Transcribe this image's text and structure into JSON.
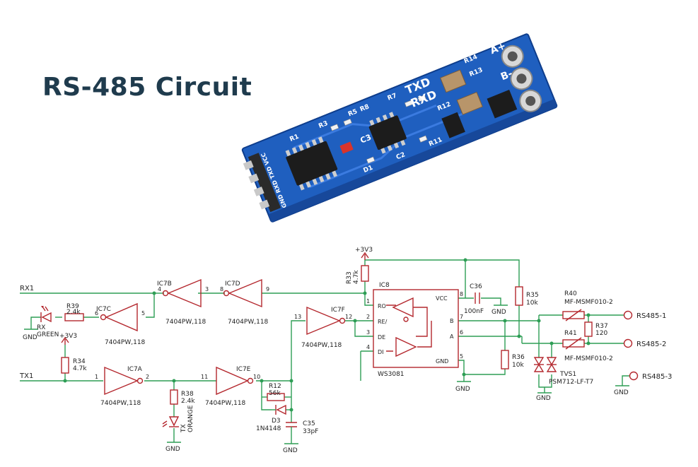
{
  "title": "RS-485 Circuit",
  "board": {
    "silk": {
      "txd": "TXD",
      "rxd": "RXD",
      "a_plus": "A+",
      "b_minus": "B-",
      "r1": "R1",
      "r3": "R3",
      "r5": "R5",
      "r8": "R8",
      "r7": "R7",
      "c3": "C3",
      "d1": "D1",
      "c2": "C2",
      "r11": "R11",
      "r12": "R12",
      "r13": "R13",
      "r14": "R14",
      "header": "GND RXD TXD VCC"
    }
  },
  "schematic": {
    "nets": {
      "rx1": "RX1",
      "tx1": "TX1",
      "v3_top": "+3V3",
      "v3_left": "+3V3",
      "gnd": "GND"
    },
    "gates": {
      "ic7a": {
        "ref": "IC7A",
        "part": "7404PW,118",
        "in": "1",
        "out": "2"
      },
      "ic7b": {
        "ref": "IC7B",
        "part": "7404PW,118",
        "in": "4",
        "out": "3"
      },
      "ic7c": {
        "ref": "IC7C",
        "part": "7404PW,118",
        "in": "5",
        "out": "6"
      },
      "ic7d": {
        "ref": "IC7D",
        "part": "7404PW,118",
        "in": "8",
        "out": "9"
      },
      "ic7e": {
        "ref": "IC7E",
        "part": "7404PW,118",
        "in": "11",
        "out": "10"
      },
      "ic7f": {
        "ref": "IC7F",
        "part": "7404PW,118",
        "in": "13",
        "out": "12"
      }
    },
    "ic8": {
      "ref": "IC8",
      "part": "WS3081",
      "pins": {
        "ro": "RO",
        "re": "RE/",
        "de": "DE",
        "di": "DI",
        "vcc": "VCC",
        "b": "B",
        "a": "A",
        "gnd": "GND"
      },
      "pin_nums": {
        "ro": "1",
        "re": "2",
        "de": "3",
        "di": "4",
        "vcc": "8",
        "b": "7",
        "a": "6",
        "gnd": "5"
      }
    },
    "passives": {
      "r39": {
        "ref": "R39",
        "value": "2.4k"
      },
      "r34": {
        "ref": "R34",
        "value": "4.7k"
      },
      "r38": {
        "ref": "R38",
        "value": "2.4k"
      },
      "r33": {
        "ref": "R33",
        "value": "4.7k"
      },
      "r12": {
        "ref": "R12",
        "value": "56k"
      },
      "d3": {
        "ref": "D3",
        "value": "1N4148"
      },
      "c35": {
        "ref": "C35",
        "value": "33pF"
      },
      "c36": {
        "ref": "C36",
        "value": "100nF"
      },
      "r35": {
        "ref": "R35",
        "value": "10k"
      },
      "r36": {
        "ref": "R36",
        "value": "10k"
      },
      "r40": {
        "ref": "R40",
        "value": "MF-MSMF010-2"
      },
      "r41": {
        "ref": "R41",
        "value": "MF-MSMF010-2"
      },
      "r37": {
        "ref": "R37",
        "value": "120"
      },
      "tvs1": {
        "ref": "TVS1",
        "value": "PSM712-LF-T7"
      }
    },
    "leds": {
      "rx": {
        "label": "RX",
        "color": "GREEN"
      },
      "tx": {
        "label": "TX",
        "color": "ORANGE"
      }
    },
    "connectors": {
      "rs485_1": "RS485-1",
      "rs485_2": "RS485-2",
      "rs485_3": "RS485-3"
    }
  },
  "colors": {
    "wire": "#2e9e55",
    "component": "#b4282e",
    "board": "#1f5fbf",
    "title": "#1f3b4d"
  }
}
